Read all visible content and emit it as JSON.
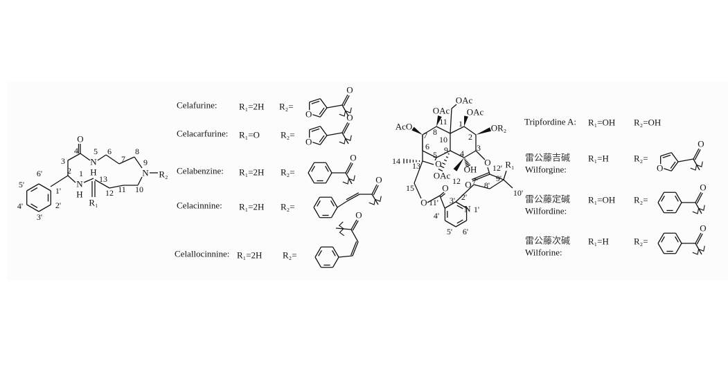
{
  "left_structure": {
    "labels": [
      "O",
      "4",
      "3",
      "2",
      "N",
      "H",
      "5",
      "6",
      "7",
      "8",
      "9",
      "N",
      "R₂",
      "1",
      "N",
      "H",
      "13",
      "R₁",
      "12",
      "11",
      "10",
      "6'",
      "5'",
      "4'",
      "3'",
      "2'",
      "1'"
    ]
  },
  "celastrol_series": {
    "rows": [
      {
        "name": "Celafurine:",
        "r1": "R₁=2H",
        "r2": "R₂="
      },
      {
        "name": "Celacarfurine:",
        "r1": "R₁=O",
        "r2": "R₂="
      },
      {
        "name": "Celabenzine:",
        "r1": "R₁=2H",
        "r2": "R₂="
      },
      {
        "name": "Celacinnine:",
        "r1": "R₁=2H",
        "r2": "R₂="
      },
      {
        "name": "Celallocinnine:",
        "r1": "R₁=2H",
        "r2": "R₂="
      }
    ]
  },
  "middle_structure": {
    "labels": [
      "OAc",
      "OAc",
      "OAc",
      "AcO",
      "OR₂",
      "O",
      "OAc",
      "OH",
      "O",
      "O",
      "R₁",
      "O",
      "O",
      "N",
      "11",
      "8",
      "7",
      "10",
      "1",
      "2",
      "9",
      "3",
      "6",
      "5",
      "4",
      "13",
      "14",
      "15",
      "12",
      "11'",
      "3'",
      "2'",
      "7'",
      "8'",
      "9'",
      "10'",
      "12'",
      "4'",
      "5'",
      "6'",
      "1'"
    ]
  },
  "wilforine_series": {
    "rows": [
      {
        "cn": "",
        "name": "Tripfordine A:",
        "r1": "R₁=OH",
        "r2": "R₂=OH"
      },
      {
        "cn": "雷公藤吉碱",
        "name": "Wilforgine:",
        "r1": "R₁=H",
        "r2": "R₂="
      },
      {
        "cn": "雷公藤定碱",
        "name": "Wilfordine:",
        "r1": "R₁=OH",
        "r2": "R₂="
      },
      {
        "cn": "雷公藤次碱",
        "name": "Wilforine:",
        "r1": "R₁=H",
        "r2": "R₂="
      }
    ]
  },
  "substituent_atom": "O"
}
